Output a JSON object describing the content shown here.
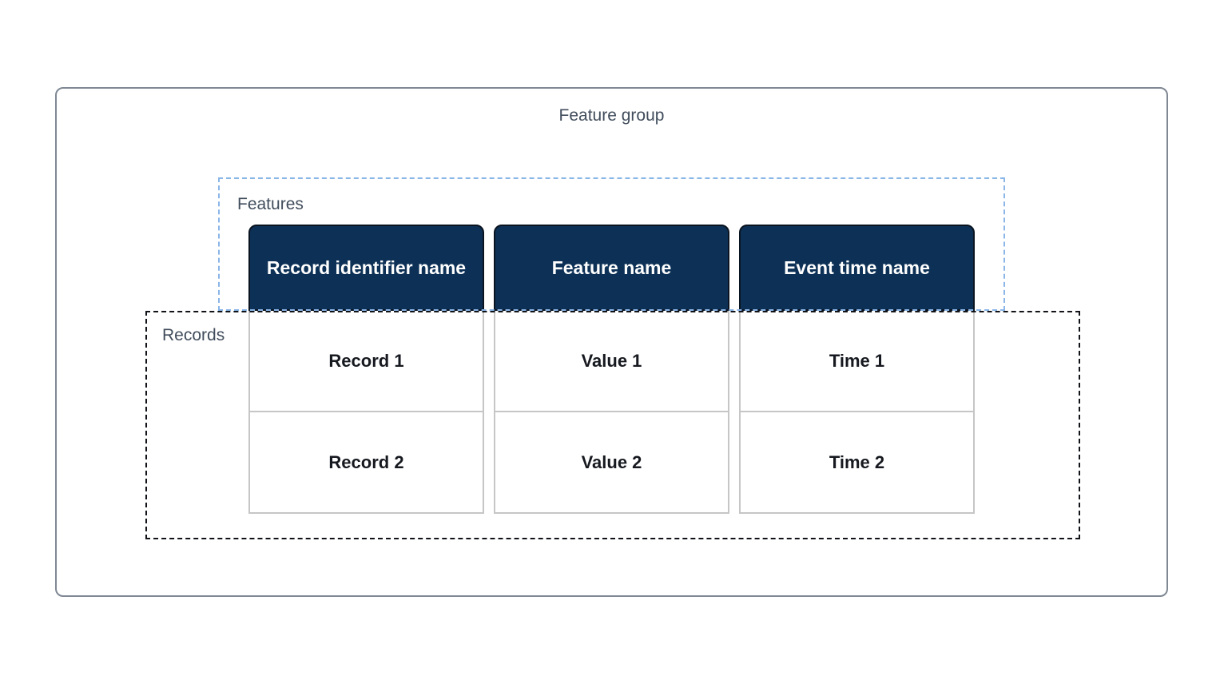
{
  "diagram": {
    "title": "Feature group",
    "features": {
      "label": "Features"
    },
    "records": {
      "label": "Records"
    },
    "table": {
      "columns": [
        {
          "header": "Record identifier name",
          "cells": [
            "Record 1",
            "Record 2"
          ]
        },
        {
          "header": "Feature name",
          "cells": [
            "Value 1",
            "Value 2"
          ]
        },
        {
          "header": "Event time name",
          "cells": [
            "Time 1",
            "Time 2"
          ]
        }
      ]
    },
    "colors": {
      "header_fill": "#0d3156",
      "header_border": "#0a1420",
      "header_text": "#ffffff",
      "features_dash_border": "#8ab6e8",
      "records_dash_border": "#111318",
      "cell_border": "#c6c6c6",
      "outer_border": "#7f8893",
      "label_text": "#414d5c",
      "cell_text": "#16191f"
    }
  }
}
